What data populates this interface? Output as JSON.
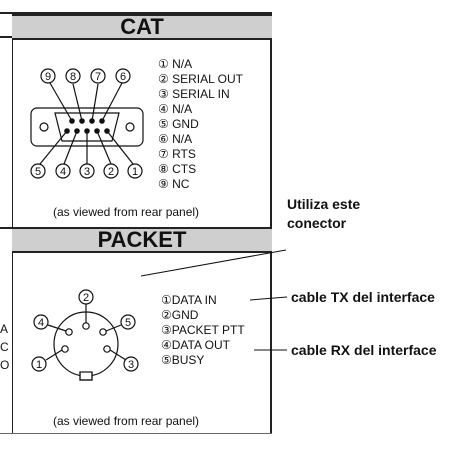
{
  "cat": {
    "title": "CAT",
    "pin_labels": [
      "9",
      "8",
      "7",
      "6",
      "5",
      "4",
      "3",
      "2",
      "1"
    ],
    "pins": [
      "① N/A",
      "② SERIAL OUT",
      "③ SERIAL IN",
      "④ N/A",
      "⑤ GND",
      "⑥ N/A",
      "⑦ RTS",
      "⑧ CTS",
      "⑨ NC"
    ],
    "caption": "(as  viewed from rear panel)"
  },
  "packet": {
    "title": "PACKET",
    "pin_labels": [
      "2",
      "4",
      "5",
      "1",
      "3"
    ],
    "pins": [
      "①DATA IN",
      "②GND",
      "③PACKET PTT",
      "④DATA OUT",
      "⑤BUSY"
    ],
    "caption": "(as  viewed from rear panel)"
  },
  "annotations": {
    "use_this_connector_line1": "Utiliza este",
    "use_this_connector_line2": "conector",
    "tx_cable": "cable TX del interface",
    "rx_cable": "cable RX del interface"
  },
  "side_text": [
    "A",
    "C",
    "O"
  ]
}
